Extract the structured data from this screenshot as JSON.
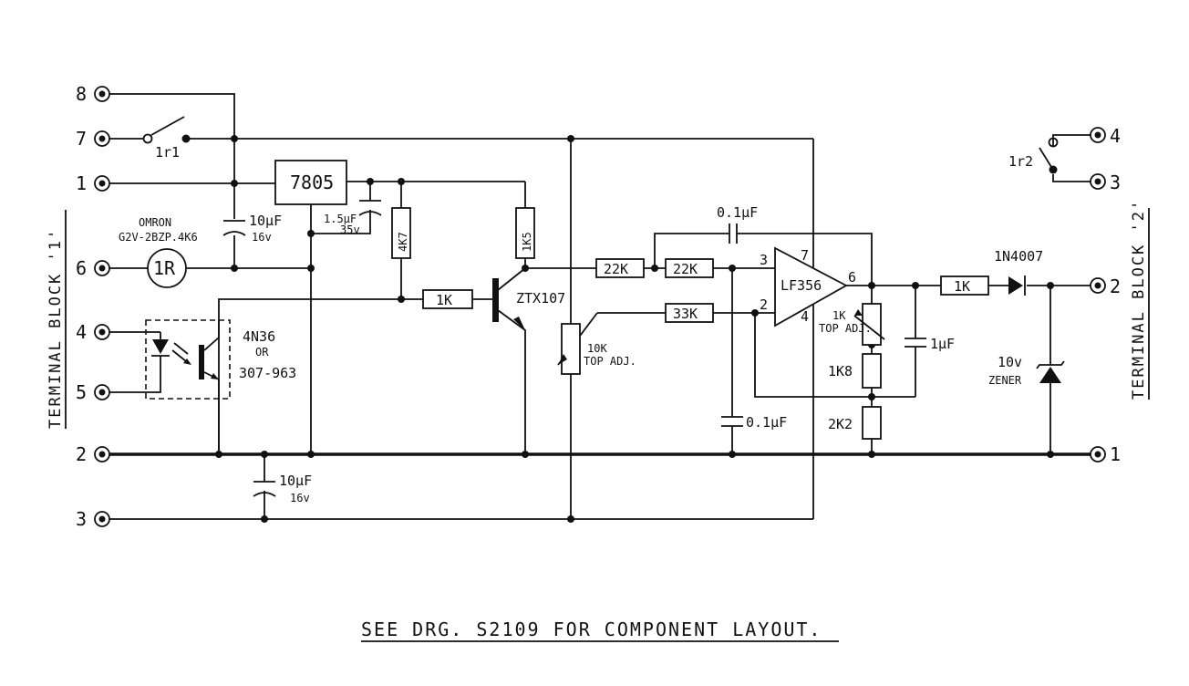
{
  "terminal_block_1": {
    "title": "TERMINAL BLOCK '1'",
    "terminals": [
      "8",
      "7",
      "1",
      "6",
      "4",
      "5",
      "2",
      "3"
    ]
  },
  "terminal_block_2": {
    "title": "TERMINAL BLOCK '2'",
    "terminals": [
      "4",
      "3",
      "2",
      "1"
    ]
  },
  "relay_contacts": {
    "rl1": "1r1",
    "rl2": "1r2"
  },
  "relay": {
    "text": "1R",
    "label_line1": "OMRON",
    "label_line2": "G2V-2BZP.4K6"
  },
  "regulator": {
    "text": "7805"
  },
  "capacitors": {
    "c_10uf_top": {
      "value": "10μF",
      "rating": "16v"
    },
    "c_1_5uf": {
      "value": "1.5μF",
      "rating": "35v"
    },
    "c_0_1uf_fb": {
      "value": "0.1μF"
    },
    "c_0_1uf_in": {
      "value": "0.1μF"
    },
    "c_1uf_out": {
      "value": "1μF"
    },
    "c_10uf_bottom": {
      "value": "10μF",
      "rating": "16v"
    }
  },
  "resistors": {
    "r_4k7": "4K7",
    "r_1k5": "1K5",
    "r_1k_base": "1K",
    "r_22k_a": "22K",
    "r_22k_b": "22K",
    "r_33k": "33K",
    "r_1k_out": "1K",
    "r_1k8": "1K8",
    "r_2k2": "2K2"
  },
  "trimmers": {
    "pot_10k_line1": "10K",
    "pot_10k_line2": "TOP ADJ.",
    "pot_1k_line1": "1K",
    "pot_1k_line2": "TOP ADJ."
  },
  "transistor": {
    "label": "ZTX107"
  },
  "optocoupler": {
    "line1": "4N36",
    "line2": "OR",
    "line3": "307-963"
  },
  "opamp": {
    "label": "LF356",
    "pins": {
      "p3": "3",
      "p2": "2",
      "p7": "7",
      "p4": "4",
      "p6": "6"
    }
  },
  "diode": {
    "label": "1N4007"
  },
  "zener": {
    "line1": "10v",
    "line2": "ZENER"
  },
  "footer": {
    "text": "SEE DRG. S2109 FOR COMPONENT LAYOUT."
  }
}
